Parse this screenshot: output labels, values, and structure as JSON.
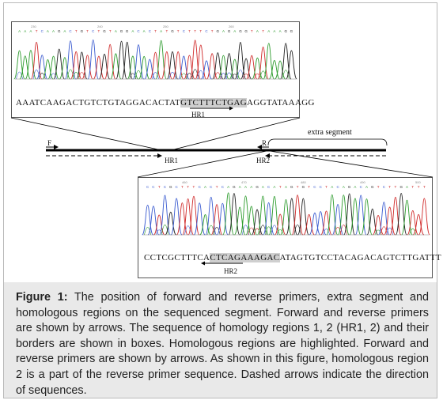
{
  "top_panel": {
    "ticks": [
      "230",
      "240",
      "250",
      "260"
    ],
    "sequence_pre": "AAATCAAGACTGTCTGTAGGACACTAT",
    "sequence_hl": "GTCTTTCTGAG",
    "sequence_post": "AGGTATAAAGG",
    "hr_label": "HR1"
  },
  "middle": {
    "forward_label": "F",
    "reverse_label": "R",
    "hr1_label": "HR1",
    "hr2_label": "HR2",
    "extra_label": "extra segment"
  },
  "bottom_panel": {
    "ticks": [
      "460",
      "470",
      "480",
      "490",
      "500"
    ],
    "sequence_pre": "CCTCGCTTTCA",
    "sequence_hl": "CTCAGAAAGAC",
    "sequence_post": "ATAGTGTCCTACAGACAGTCTTGATTT",
    "hr_label": "HR2"
  },
  "caption": {
    "label": "Figure 1:",
    "text": " The position of forward and reverse primers, extra segment and homologous regions on the sequenced segment. Forward and reverse primers are shown by arrows. The sequence of homology regions 1, 2 (HR1, 2) and their borders are shown in boxes. Homologous regions are highlighted. Forward and reverse primers are shown by arrows. As shown in this figure, homologous region 2 is a part of the reverse primer sequence. Dashed arrows indicate the direction of sequences."
  },
  "colors": {
    "A": "#2e9c2e",
    "C": "#3a5bd0",
    "G": "#222222",
    "T": "#d02a2a",
    "highlight": "#cfcfcf"
  }
}
